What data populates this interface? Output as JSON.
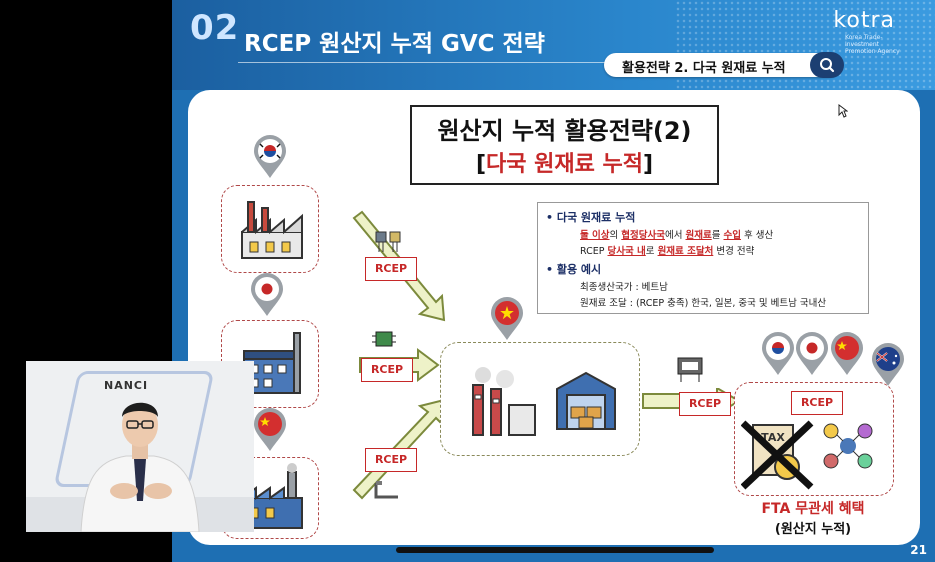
{
  "slide": {
    "section_number": "02",
    "title": "RCEP 원산지 누적 GVC 전략",
    "brand": "kotra",
    "brand_sub": "Korea Trade-Investment Promotion Agency",
    "pill_label": "활용전략 2. 다국 원재료 누적",
    "page_number": "21"
  },
  "headline": {
    "line1": "원산지 누적 활용전략(2)",
    "line2_open": "[",
    "line2_red": "다국 원재료 누적",
    "line2_close": "]"
  },
  "info": {
    "bullet1": "• 다국 원재료 누적",
    "b1_l1_a": "둘 이상",
    "b1_l1_b": "의 ",
    "b1_l1_c": "협정당사국",
    "b1_l1_d": "에서 ",
    "b1_l1_e": "원재료",
    "b1_l1_f": "를 ",
    "b1_l1_g": "수입",
    "b1_l1_h": " 후 생산",
    "b1_l2_a": "RCEP ",
    "b1_l2_b": "당사국 내",
    "b1_l2_c": "로 ",
    "b1_l2_d": "원재료 조달처",
    "b1_l2_e": " 변경 전략",
    "bullet2": "• 활용 예시",
    "b2_l1": "최종생산국가 : 베트남",
    "b2_l2": "원재료 조달 : (RCEP 충족) 한국, 일본, 중국 및 베트남 국내산"
  },
  "flow": {
    "tag": "RCEP",
    "result_line1": "FTA 무관세 혜택",
    "result_line2": "(원산지 누적)",
    "tax_label": "TAX"
  },
  "webcam": {
    "backdrop_text": "NANCI"
  },
  "colors": {
    "slide_blue": "#1e6fb3",
    "accent_red": "#c62828",
    "navy": "#1c3f72"
  }
}
